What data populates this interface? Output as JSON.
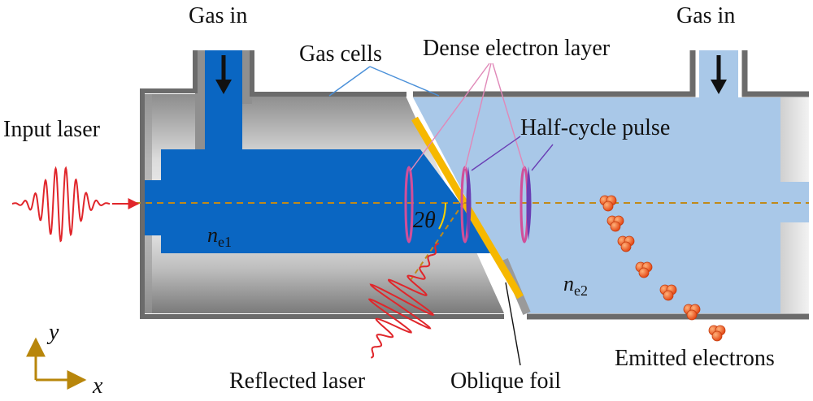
{
  "labels": {
    "gas_in_left": "Gas in",
    "gas_in_right": "Gas in",
    "gas_cells": "Gas cells",
    "dense_electron_layer": "Dense electron layer",
    "input_laser": "Input laser",
    "half_cycle_pulse": "Half-cycle pulse",
    "angle_symbol": "2θ",
    "density_left_symbol": "n",
    "density_left_sub": "e1",
    "density_right_symbol": "n",
    "density_right_sub": "e2",
    "reflected_laser": "Reflected laser",
    "oblique_foil": "Oblique foil",
    "emitted_electrons": "Emitted electrons",
    "axis_y": "y",
    "axis_x": "x"
  },
  "colors": {
    "left_gas": "#0a66c2",
    "right_gas": "#a9c8e8",
    "foil": "#f6b800",
    "laser": "#e0262b",
    "beam_axis": "#c08a1a",
    "axes": "#b8860b",
    "electron": "#ef5a1f",
    "half_cycle_pulse": "#6a3fb5",
    "dense_layer": "#d04f9a"
  },
  "icons": {
    "gas_arrow": "down-arrow-icon",
    "electron": "electron-cluster-icon"
  }
}
